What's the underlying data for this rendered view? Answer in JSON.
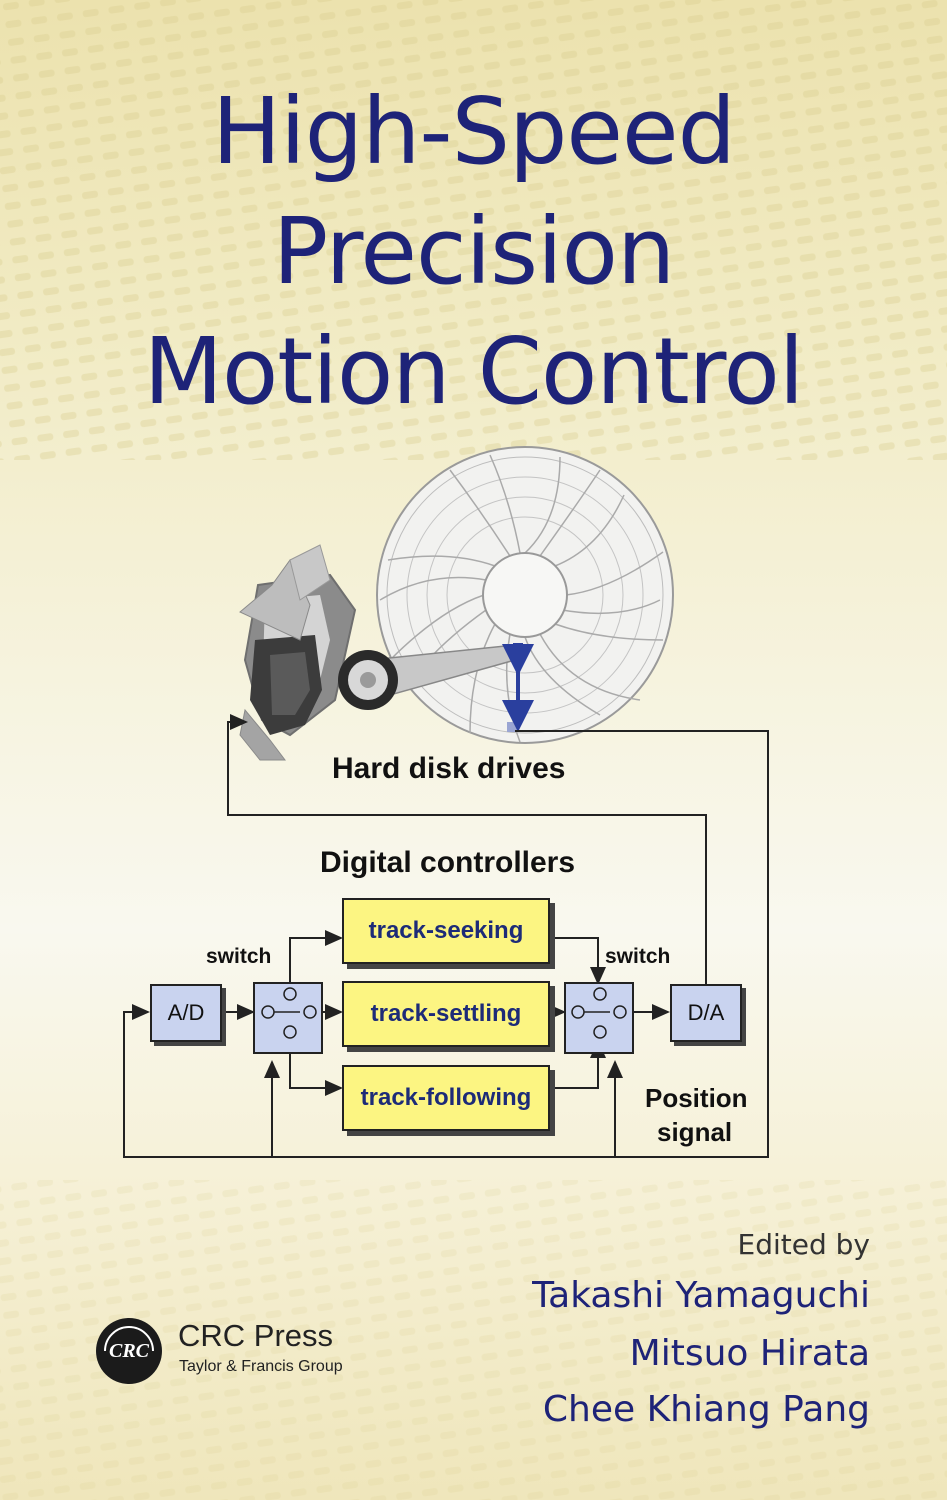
{
  "title": {
    "line1": "High-Speed",
    "line2": "Precision",
    "line3": "Motion Control"
  },
  "diagram": {
    "hdd_label": "Hard disk  drives",
    "controllers_label": "Digital controllers",
    "switch_left": "switch",
    "switch_right": "switch",
    "ad": "A/D",
    "da": "D/A",
    "track_seeking": "track-seeking",
    "track_settling": "track-settling",
    "track_following": "track-following",
    "position_line1": "Position",
    "position_line2": "signal"
  },
  "editors": {
    "edited_by": "Edited by",
    "names": [
      "Takashi Yamaguchi",
      "Mitsuo Hirata",
      "Chee Khiang Pang"
    ]
  },
  "publisher": {
    "logo_text": "CRC",
    "name": "CRC Press",
    "group": "Taylor & Francis Group"
  },
  "colors": {
    "title": "#1e2378",
    "controller_box": "#fcf582",
    "converter_box": "#c9d3ef",
    "arrow_accent": "#2a3f9e"
  }
}
